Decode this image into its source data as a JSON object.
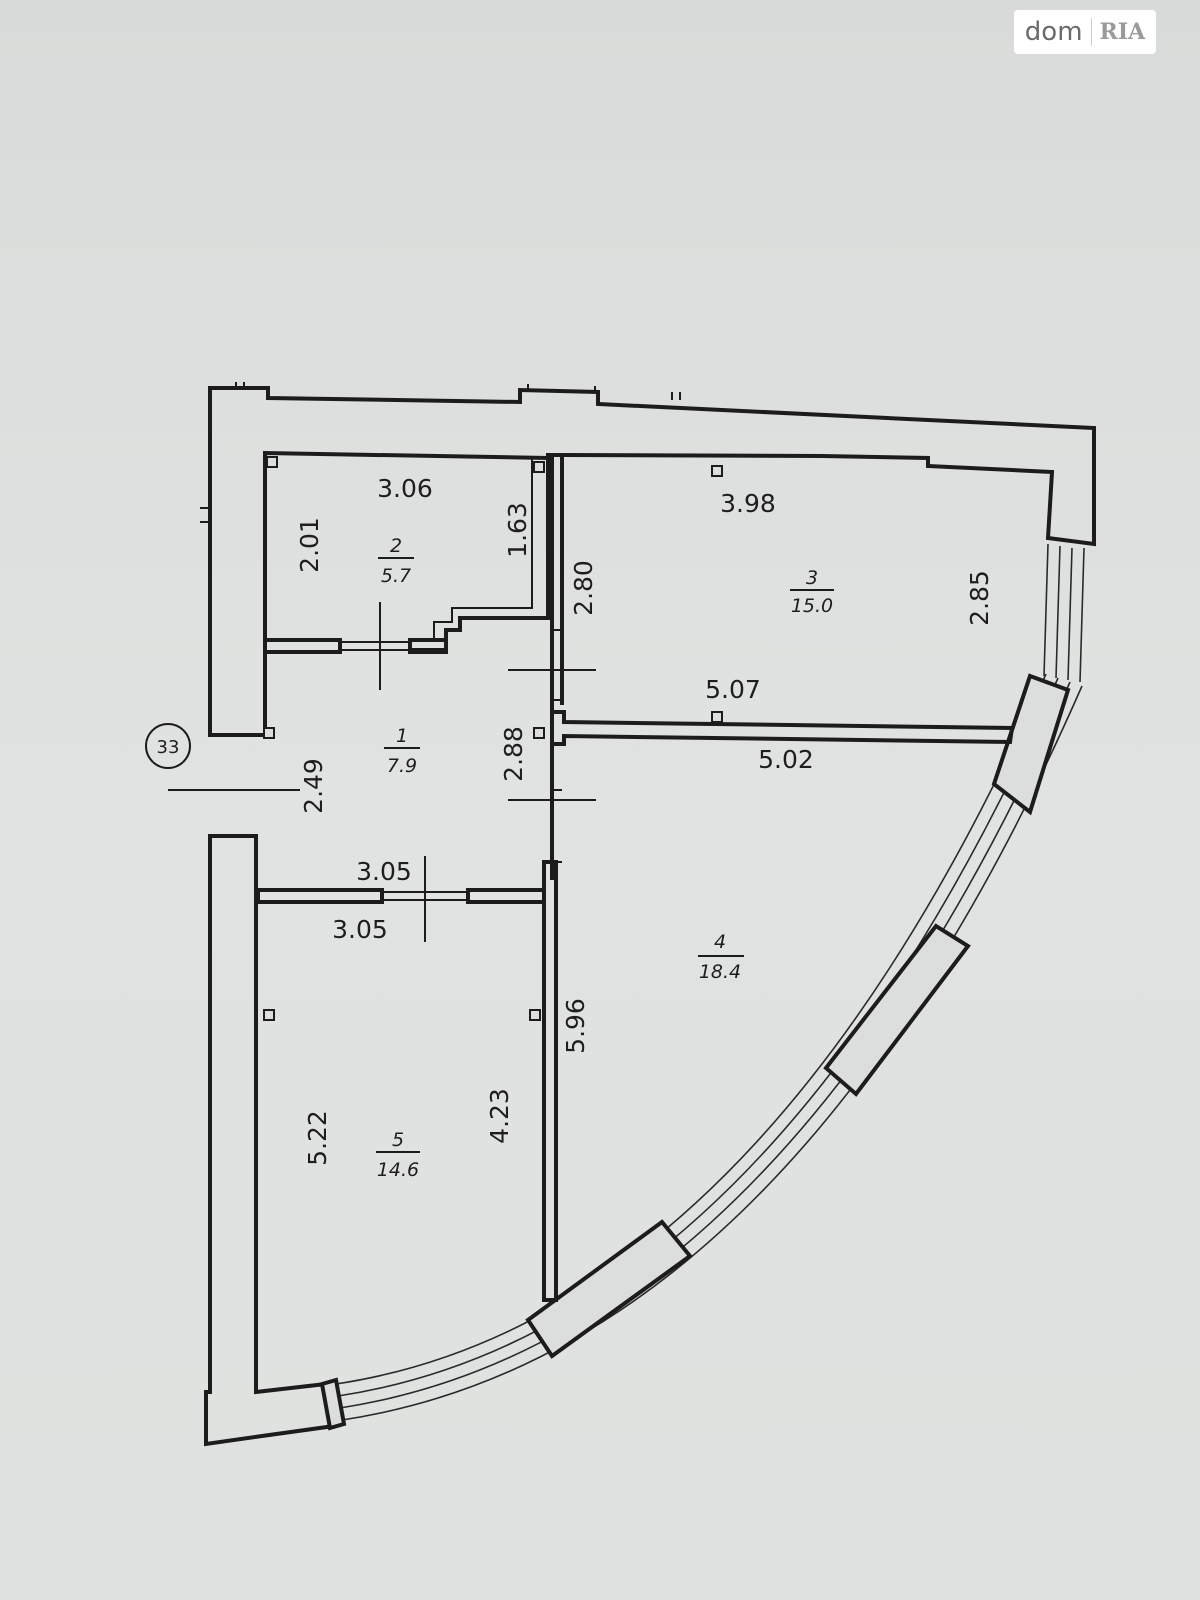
{
  "logo": {
    "brand": "dom",
    "brand_suffix": "RIA"
  },
  "plan": {
    "axis_marker": "33",
    "rooms": [
      {
        "number": "1",
        "area": "7.9"
      },
      {
        "number": "2",
        "area": "5.7"
      },
      {
        "number": "3",
        "area": "15.0"
      },
      {
        "number": "4",
        "area": "18.4"
      },
      {
        "number": "5",
        "area": "14.6"
      }
    ],
    "dimensions": {
      "room2_top": "3.06",
      "room2_left": "2.01",
      "room2_right": "1.63",
      "room3_top": "3.98",
      "room3_left": "2.80",
      "room3_right": "2.85",
      "room3_bottom": "5.07",
      "room4_top": "5.02",
      "room4_left": "5.96",
      "room1_left": "2.49",
      "room1_right": "2.88",
      "room1_bottom": "3.05",
      "room5_top": "3.05",
      "room5_left": "5.22",
      "room5_right": "4.23"
    }
  }
}
